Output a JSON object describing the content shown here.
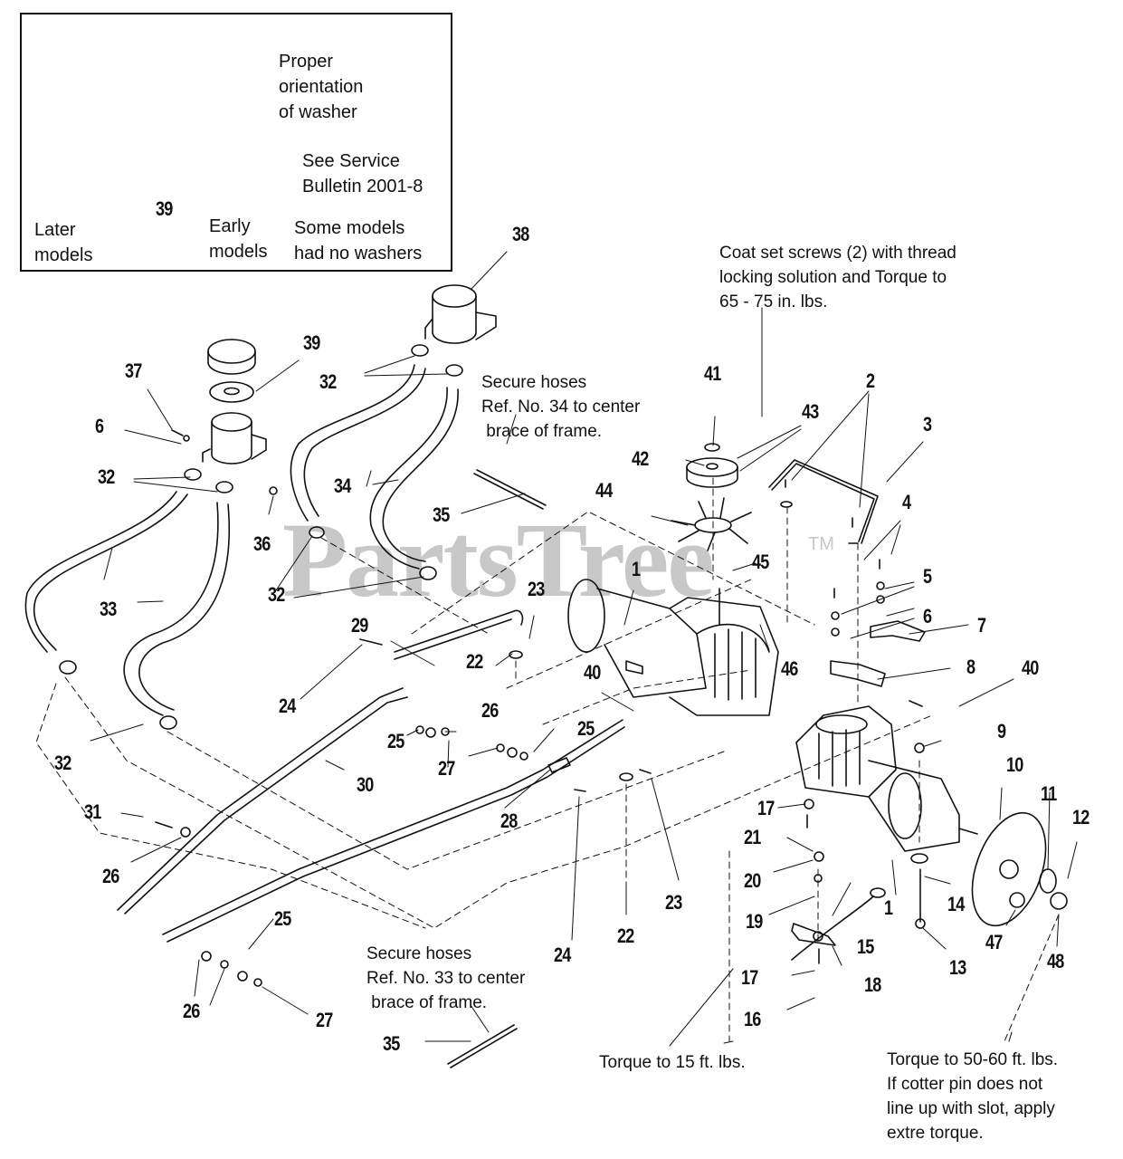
{
  "watermark": {
    "brand": "PartsTree",
    "trademark": "TM"
  },
  "inset": {
    "orientation_note": "Proper\norientation\nof washer",
    "bulletin_note": "See Service\nBulletin 2001-8",
    "later_label": "Later\nmodels",
    "early_label": "Early\nmodels",
    "no_washer_note": "Some models\nhad no washers",
    "callout": "39"
  },
  "notes": {
    "set_screws": "Coat set screws (2) with thread\nlocking solution and Torque to\n65 - 75 in. lbs.",
    "hoses_34": "Secure hoses\nRef. No. 34 to center\n brace of frame.",
    "hoses_33": "Secure hoses\nRef. No. 33 to center\n brace of frame.",
    "torque_15": "Torque to 15 ft. lbs.",
    "torque_50_60": "Torque to 50-60 ft. lbs.\nIf cotter pin does not\nline up with slot, apply\nextre torque."
  },
  "callouts": [
    {
      "id": "c38",
      "label": "38"
    },
    {
      "id": "c39",
      "label": "39"
    },
    {
      "id": "c37",
      "label": "37"
    },
    {
      "id": "c6a",
      "label": "6"
    },
    {
      "id": "c32a",
      "label": "32"
    },
    {
      "id": "c32b",
      "label": "32"
    },
    {
      "id": "c36",
      "label": "36"
    },
    {
      "id": "c33",
      "label": "33"
    },
    {
      "id": "c34",
      "label": "34"
    },
    {
      "id": "c35a",
      "label": "35"
    },
    {
      "id": "c32c",
      "label": "32"
    },
    {
      "id": "c32d",
      "label": "32"
    },
    {
      "id": "c41",
      "label": "41"
    },
    {
      "id": "c43",
      "label": "43"
    },
    {
      "id": "c42",
      "label": "42"
    },
    {
      "id": "c44",
      "label": "44"
    },
    {
      "id": "c45",
      "label": "45"
    },
    {
      "id": "c2",
      "label": "2"
    },
    {
      "id": "c3",
      "label": "3"
    },
    {
      "id": "c4",
      "label": "4"
    },
    {
      "id": "c5",
      "label": "5"
    },
    {
      "id": "c6b",
      "label": "6"
    },
    {
      "id": "c7",
      "label": "7"
    },
    {
      "id": "c8",
      "label": "8"
    },
    {
      "id": "c40a",
      "label": "40"
    },
    {
      "id": "c9",
      "label": "9"
    },
    {
      "id": "c10",
      "label": "10"
    },
    {
      "id": "c11",
      "label": "11"
    },
    {
      "id": "c12",
      "label": "12"
    },
    {
      "id": "c1a",
      "label": "1"
    },
    {
      "id": "c23a",
      "label": "23"
    },
    {
      "id": "c29",
      "label": "29"
    },
    {
      "id": "c22a",
      "label": "22"
    },
    {
      "id": "c40b",
      "label": "40"
    },
    {
      "id": "c46",
      "label": "46"
    },
    {
      "id": "c24a",
      "label": "24"
    },
    {
      "id": "c26a",
      "label": "26"
    },
    {
      "id": "c25a",
      "label": "25"
    },
    {
      "id": "c25b",
      "label": "25"
    },
    {
      "id": "c27a",
      "label": "27"
    },
    {
      "id": "c32e",
      "label": "32"
    },
    {
      "id": "c30",
      "label": "30"
    },
    {
      "id": "c28",
      "label": "28"
    },
    {
      "id": "c31",
      "label": "31"
    },
    {
      "id": "c26b",
      "label": "26"
    },
    {
      "id": "c17a",
      "label": "17"
    },
    {
      "id": "c21",
      "label": "21"
    },
    {
      "id": "c20",
      "label": "20"
    },
    {
      "id": "c19",
      "label": "19"
    },
    {
      "id": "c15",
      "label": "15"
    },
    {
      "id": "c1b",
      "label": "1"
    },
    {
      "id": "c14",
      "label": "14"
    },
    {
      "id": "c13",
      "label": "13"
    },
    {
      "id": "c47",
      "label": "47"
    },
    {
      "id": "c48",
      "label": "48"
    },
    {
      "id": "c18",
      "label": "18"
    },
    {
      "id": "c17b",
      "label": "17"
    },
    {
      "id": "c16",
      "label": "16"
    },
    {
      "id": "c23b",
      "label": "23"
    },
    {
      "id": "c22b",
      "label": "22"
    },
    {
      "id": "c24b",
      "label": "24"
    },
    {
      "id": "c25c",
      "label": "25"
    },
    {
      "id": "c26c",
      "label": "26"
    },
    {
      "id": "c27b",
      "label": "27"
    },
    {
      "id": "c35b",
      "label": "35"
    }
  ]
}
